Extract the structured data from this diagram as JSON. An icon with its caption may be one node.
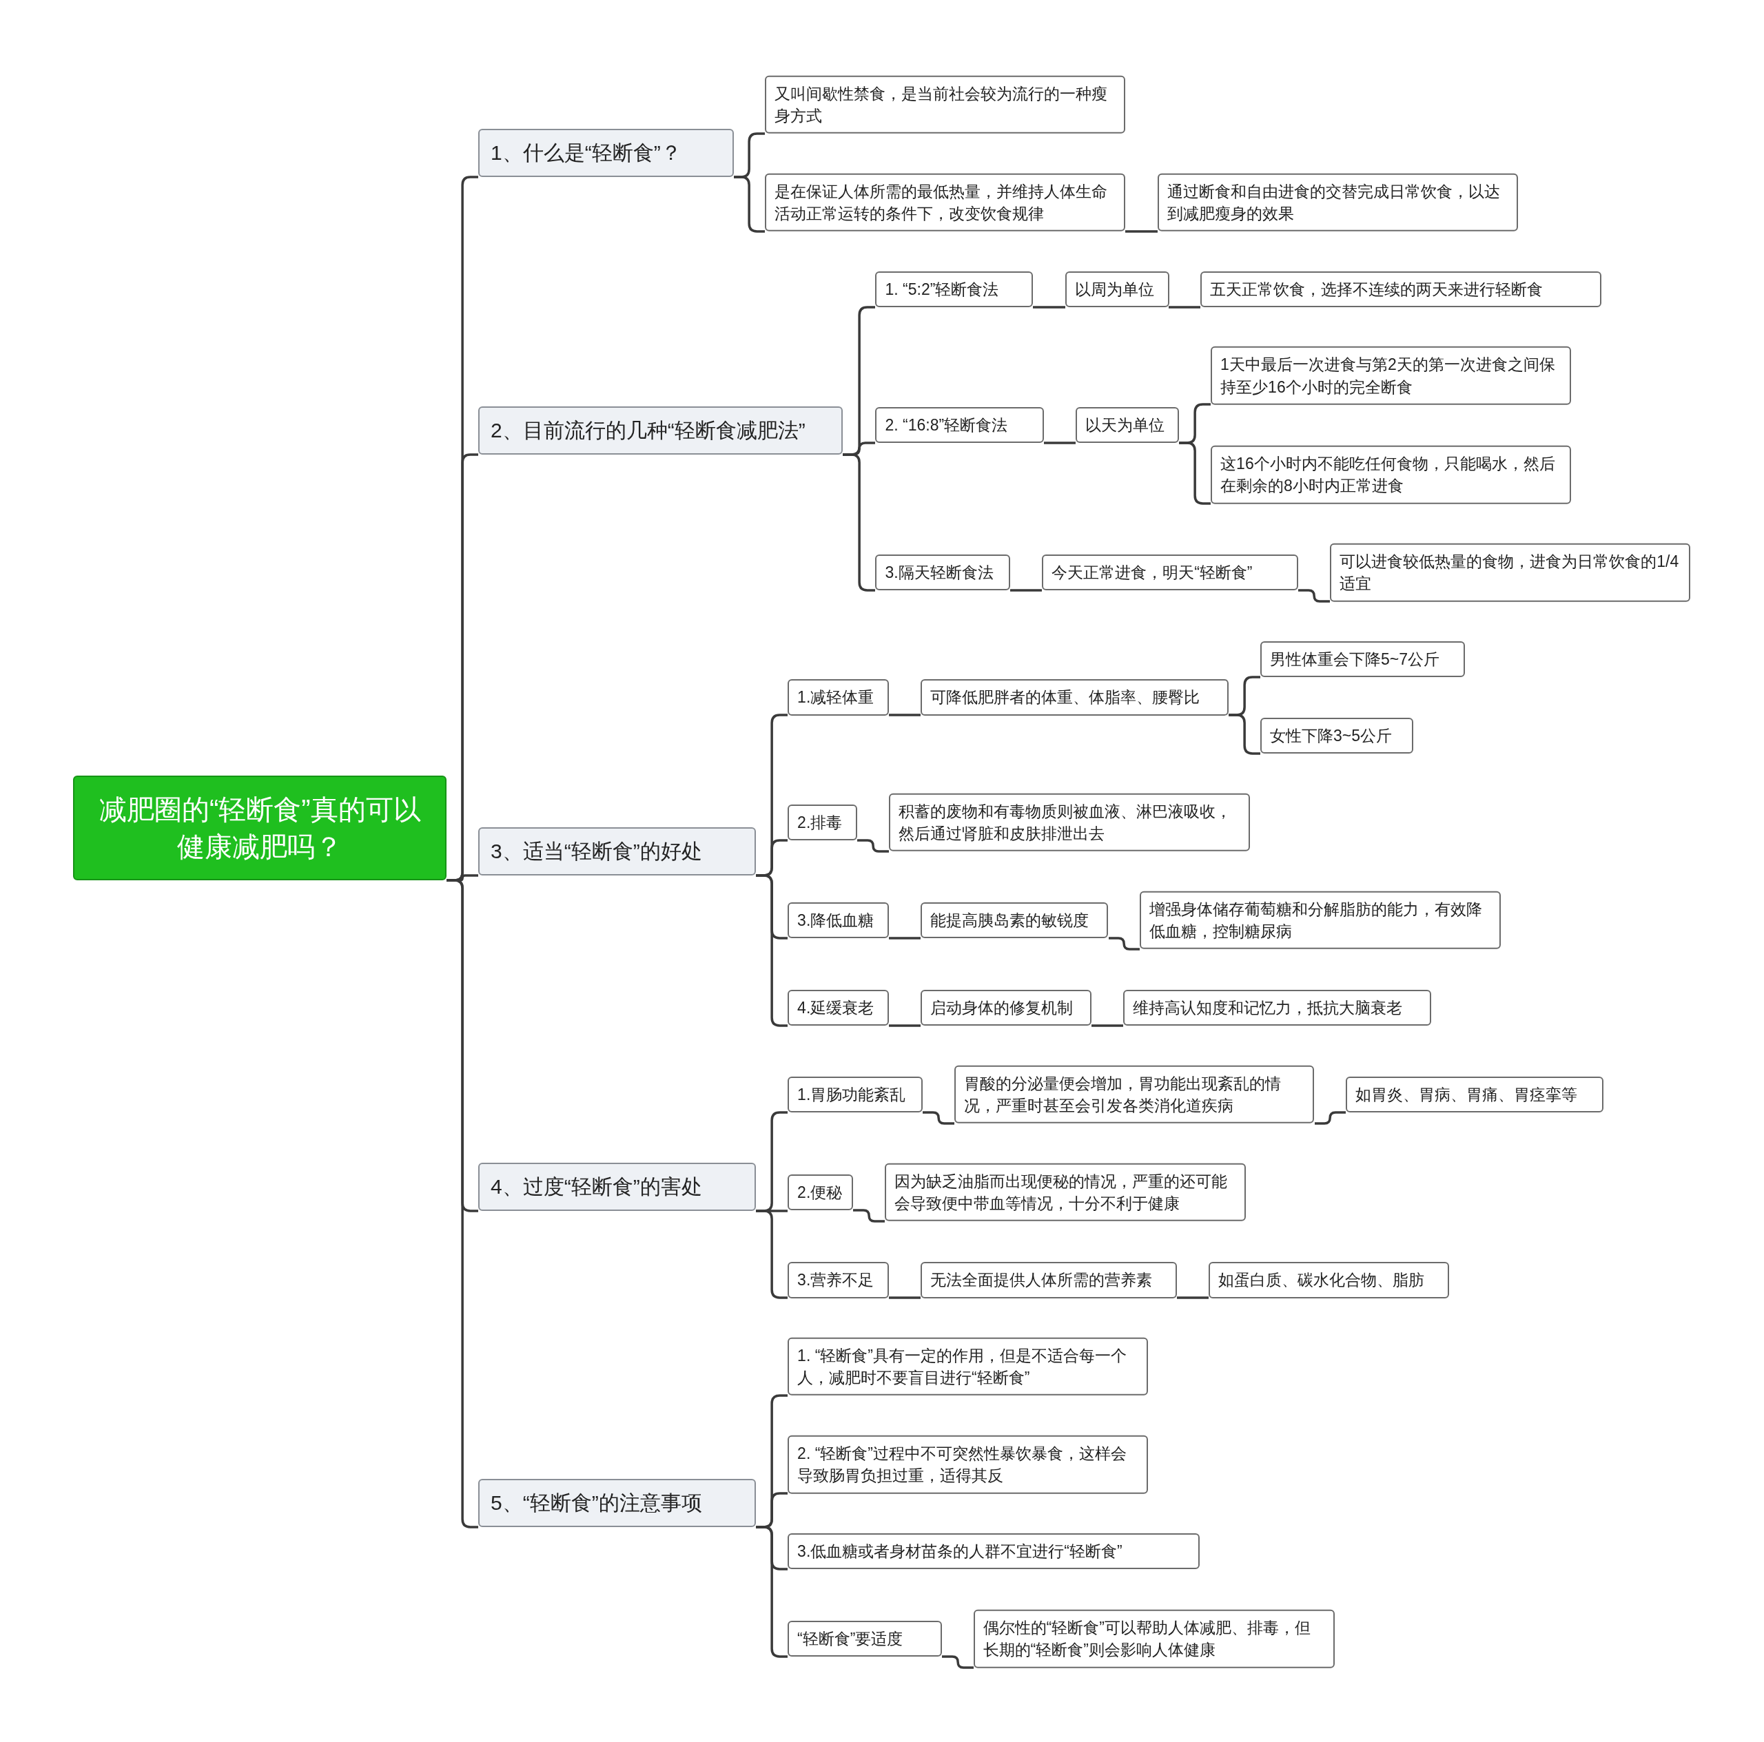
{
  "diagram": {
    "nodes": [
      {
        "text": [
          "减肥圈的“轻断食”真的可以健康减肥吗？"
        ]
      },
      {
        "text": [
          "1、什么是“轻断食”？"
        ]
      },
      {
        "text": [
          "又叫间歇性禁食，是当前社会较为流行的一种瘦身方式"
        ]
      },
      {
        "text": [
          "是在保证人体所需的最低热量，并维持人体生命活动正常运转的条件下，改变饮食规律"
        ]
      },
      {
        "text": [
          "通过断食和自由进食的交替完成日常饮食，以达到减肥瘦身的效果"
        ]
      },
      {
        "text": [
          "2、目前流行的几种“轻断食减肥法”"
        ]
      },
      {
        "text": [
          "1. “5:2”轻断食法"
        ]
      },
      {
        "text": [
          "以周为单位"
        ]
      },
      {
        "text": [
          "五天正常饮食，选择不连续的两天来进行轻断食"
        ]
      },
      {
        "text": [
          "2. “16:8”轻断食法"
        ]
      },
      {
        "text": [
          "以天为单位"
        ]
      },
      {
        "text": [
          "1天中最后一次进食与第2天的第一次进食之间保持至少16个小时的完全断食"
        ]
      },
      {
        "text": [
          "这16个小时内不能吃任何食物，只能喝水，然后在剩余的8小时内正常进食"
        ]
      },
      {
        "text": [
          "3.隔天轻断食法"
        ]
      },
      {
        "text": [
          "今天正常进食，明天“轻断食”"
        ]
      },
      {
        "text": [
          "可以进食较低热量的食物，进食为日常饮食的1/4适宜"
        ]
      },
      {
        "text": [
          "3、适当“轻断食”的好处"
        ]
      },
      {
        "text": [
          "1.减轻体重"
        ]
      },
      {
        "text": [
          "可降低肥胖者的体重、体脂率、腰臀比"
        ]
      },
      {
        "text": [
          "男性体重会下降5~7公斤"
        ]
      },
      {
        "text": [
          "女性下降3~5公斤"
        ]
      },
      {
        "text": [
          "2.排毒"
        ]
      },
      {
        "text": [
          "积蓄的废物和有毒物质则被血液、淋巴液吸收，然后通过肾脏和皮肤排泄出去"
        ]
      },
      {
        "text": [
          "3.降低血糖"
        ]
      },
      {
        "text": [
          "能提高胰岛素的敏锐度"
        ]
      },
      {
        "text": [
          "增强身体储存葡萄糖和分解脂肪的能力，有效降低血糖，控制糖尿病"
        ]
      },
      {
        "text": [
          "4.延缓衰老"
        ]
      },
      {
        "text": [
          "启动身体的修复机制"
        ]
      },
      {
        "text": [
          "维持高认知度和记忆力，抵抗大脑衰老"
        ]
      },
      {
        "text": [
          "4、过度“轻断食”的害处"
        ]
      },
      {
        "text": [
          "1.胃肠功能紊乱"
        ]
      },
      {
        "text": [
          "胃酸的分泌量便会增加，胃功能出现紊乱的情况，严重时甚至会引发各类消化道疾病"
        ]
      },
      {
        "text": [
          "如胃炎、胃病、胃痛、胃痉挛等"
        ]
      },
      {
        "text": [
          "2.便秘"
        ]
      },
      {
        "text": [
          "因为缺乏油脂而出现便秘的情况，严重的还可能会导致便中带血等情况，十分不利于健康"
        ]
      },
      {
        "text": [
          "3.营养不足"
        ]
      },
      {
        "text": [
          "无法全面提供人体所需的营养素"
        ]
      },
      {
        "text": [
          "如蛋白质、碳水化合物、脂肪"
        ]
      },
      {
        "text": [
          "5、“轻断食”的注意事项"
        ]
      },
      {
        "text": [
          "1. “轻断食”具有一定的作用，但是不适合每一个人，减肥时不要盲目进行“轻断食”"
        ]
      },
      {
        "text": [
          "2. “轻断食”过程中不可突然性暴饮暴食，这样会导致肠胃负担过重，适得其反"
        ]
      },
      {
        "text": [
          "3.低血糖或者身材苗条的人群不宜进行“轻断食”"
        ]
      },
      {
        "text": [
          "“轻断食”要适度"
        ]
      },
      {
        "text": [
          "偶尔性的“轻断食”可以帮助人体减肥、排毒，但长期的“轻断食”则会影响人体健康"
        ]
      }
    ],
    "edges": [
      {
        "from": 0,
        "to": 1,
        "arrow": "none"
      },
      {
        "from": 1,
        "to": 2,
        "arrow": "none"
      },
      {
        "from": 1,
        "to": 3,
        "arrow": "none"
      },
      {
        "from": 3,
        "to": 4,
        "arrow": "none"
      },
      {
        "from": 0,
        "to": 5,
        "arrow": "none"
      },
      {
        "from": 5,
        "to": 6,
        "arrow": "none"
      },
      {
        "from": 6,
        "to": 7,
        "arrow": "none"
      },
      {
        "from": 7,
        "to": 8,
        "arrow": "none"
      },
      {
        "from": 5,
        "to": 9,
        "arrow": "none"
      },
      {
        "from": 9,
        "to": 10,
        "arrow": "none"
      },
      {
        "from": 10,
        "to": 11,
        "arrow": "none"
      },
      {
        "from": 10,
        "to": 12,
        "arrow": "none"
      },
      {
        "from": 5,
        "to": 13,
        "arrow": "none"
      },
      {
        "from": 13,
        "to": 14,
        "arrow": "none"
      },
      {
        "from": 14,
        "to": 15,
        "arrow": "none"
      },
      {
        "from": 0,
        "to": 16,
        "arrow": "none"
      },
      {
        "from": 16,
        "to": 17,
        "arrow": "none"
      },
      {
        "from": 17,
        "to": 18,
        "arrow": "none"
      },
      {
        "from": 18,
        "to": 19,
        "arrow": "none"
      },
      {
        "from": 18,
        "to": 20,
        "arrow": "none"
      },
      {
        "from": 16,
        "to": 21,
        "arrow": "none"
      },
      {
        "from": 21,
        "to": 22,
        "arrow": "none"
      },
      {
        "from": 16,
        "to": 23,
        "arrow": "none"
      },
      {
        "from": 23,
        "to": 24,
        "arrow": "none"
      },
      {
        "from": 24,
        "to": 25,
        "arrow": "none"
      },
      {
        "from": 16,
        "to": 26,
        "arrow": "none"
      },
      {
        "from": 26,
        "to": 27,
        "arrow": "none"
      },
      {
        "from": 27,
        "to": 28,
        "arrow": "none"
      },
      {
        "from": 0,
        "to": 29,
        "arrow": "none"
      },
      {
        "from": 29,
        "to": 30,
        "arrow": "none"
      },
      {
        "from": 30,
        "to": 31,
        "arrow": "none"
      },
      {
        "from": 31,
        "to": 32,
        "arrow": "none"
      },
      {
        "from": 29,
        "to": 33,
        "arrow": "none"
      },
      {
        "from": 33,
        "to": 34,
        "arrow": "none"
      },
      {
        "from": 29,
        "to": 35,
        "arrow": "none"
      },
      {
        "from": 35,
        "to": 36,
        "arrow": "none"
      },
      {
        "from": 36,
        "to": 37,
        "arrow": "none"
      },
      {
        "from": 0,
        "to": 38,
        "arrow": "none"
      },
      {
        "from": 38,
        "to": 39,
        "arrow": "none"
      },
      {
        "from": 38,
        "to": 40,
        "arrow": "none"
      },
      {
        "from": 38,
        "to": 41,
        "arrow": "none"
      },
      {
        "from": 38,
        "to": 42,
        "arrow": "none"
      },
      {
        "from": 42,
        "to": 43,
        "arrow": "none"
      }
    ]
  }
}
